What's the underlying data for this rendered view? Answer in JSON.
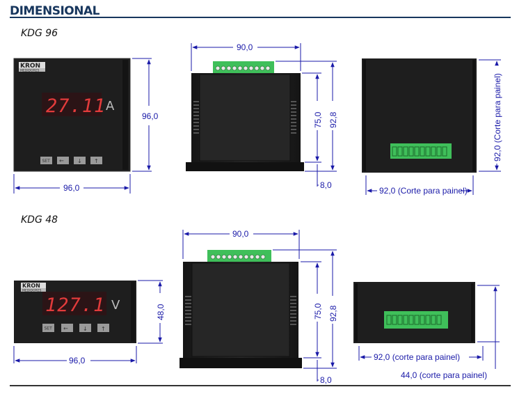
{
  "section_title": "DIMENSIONAL",
  "colors": {
    "title": "#17365d",
    "dimension": "#1a1aa8",
    "device_body": "#1e1e1e",
    "terminal": "#3fbf5a",
    "led_digit": "#e23b3b"
  },
  "kdg96": {
    "label": "KDG 96",
    "brand": "KRON",
    "brand_sub": "MEDIDORES",
    "display_value": "27.11",
    "unit": "A",
    "buttons": [
      "SET",
      "←",
      "↓",
      "↑"
    ],
    "front_width": "96,0",
    "front_height": "96,0",
    "side_width": "90,0",
    "side_depth_inner": "75,0",
    "side_depth_total": "92,8",
    "side_bezel": "8,0",
    "rear_width": "92,0 (Corte para painel)",
    "rear_height": "92,0 (Corte para painel)"
  },
  "kdg48": {
    "label": "KDG 48",
    "brand": "KRON",
    "brand_sub": "MEDIDORES",
    "display_value": "127.1",
    "unit": "V",
    "buttons": [
      "SET",
      "←",
      "↓",
      "↑"
    ],
    "front_width": "96,0",
    "front_height": "48,0",
    "side_width": "90,0",
    "side_depth_inner": "75,0",
    "side_depth_total": "92,8",
    "side_bezel": "8,0",
    "rear_width": "92,0 (corte para painel)",
    "rear_height": "44,0 (corte para painel)"
  }
}
